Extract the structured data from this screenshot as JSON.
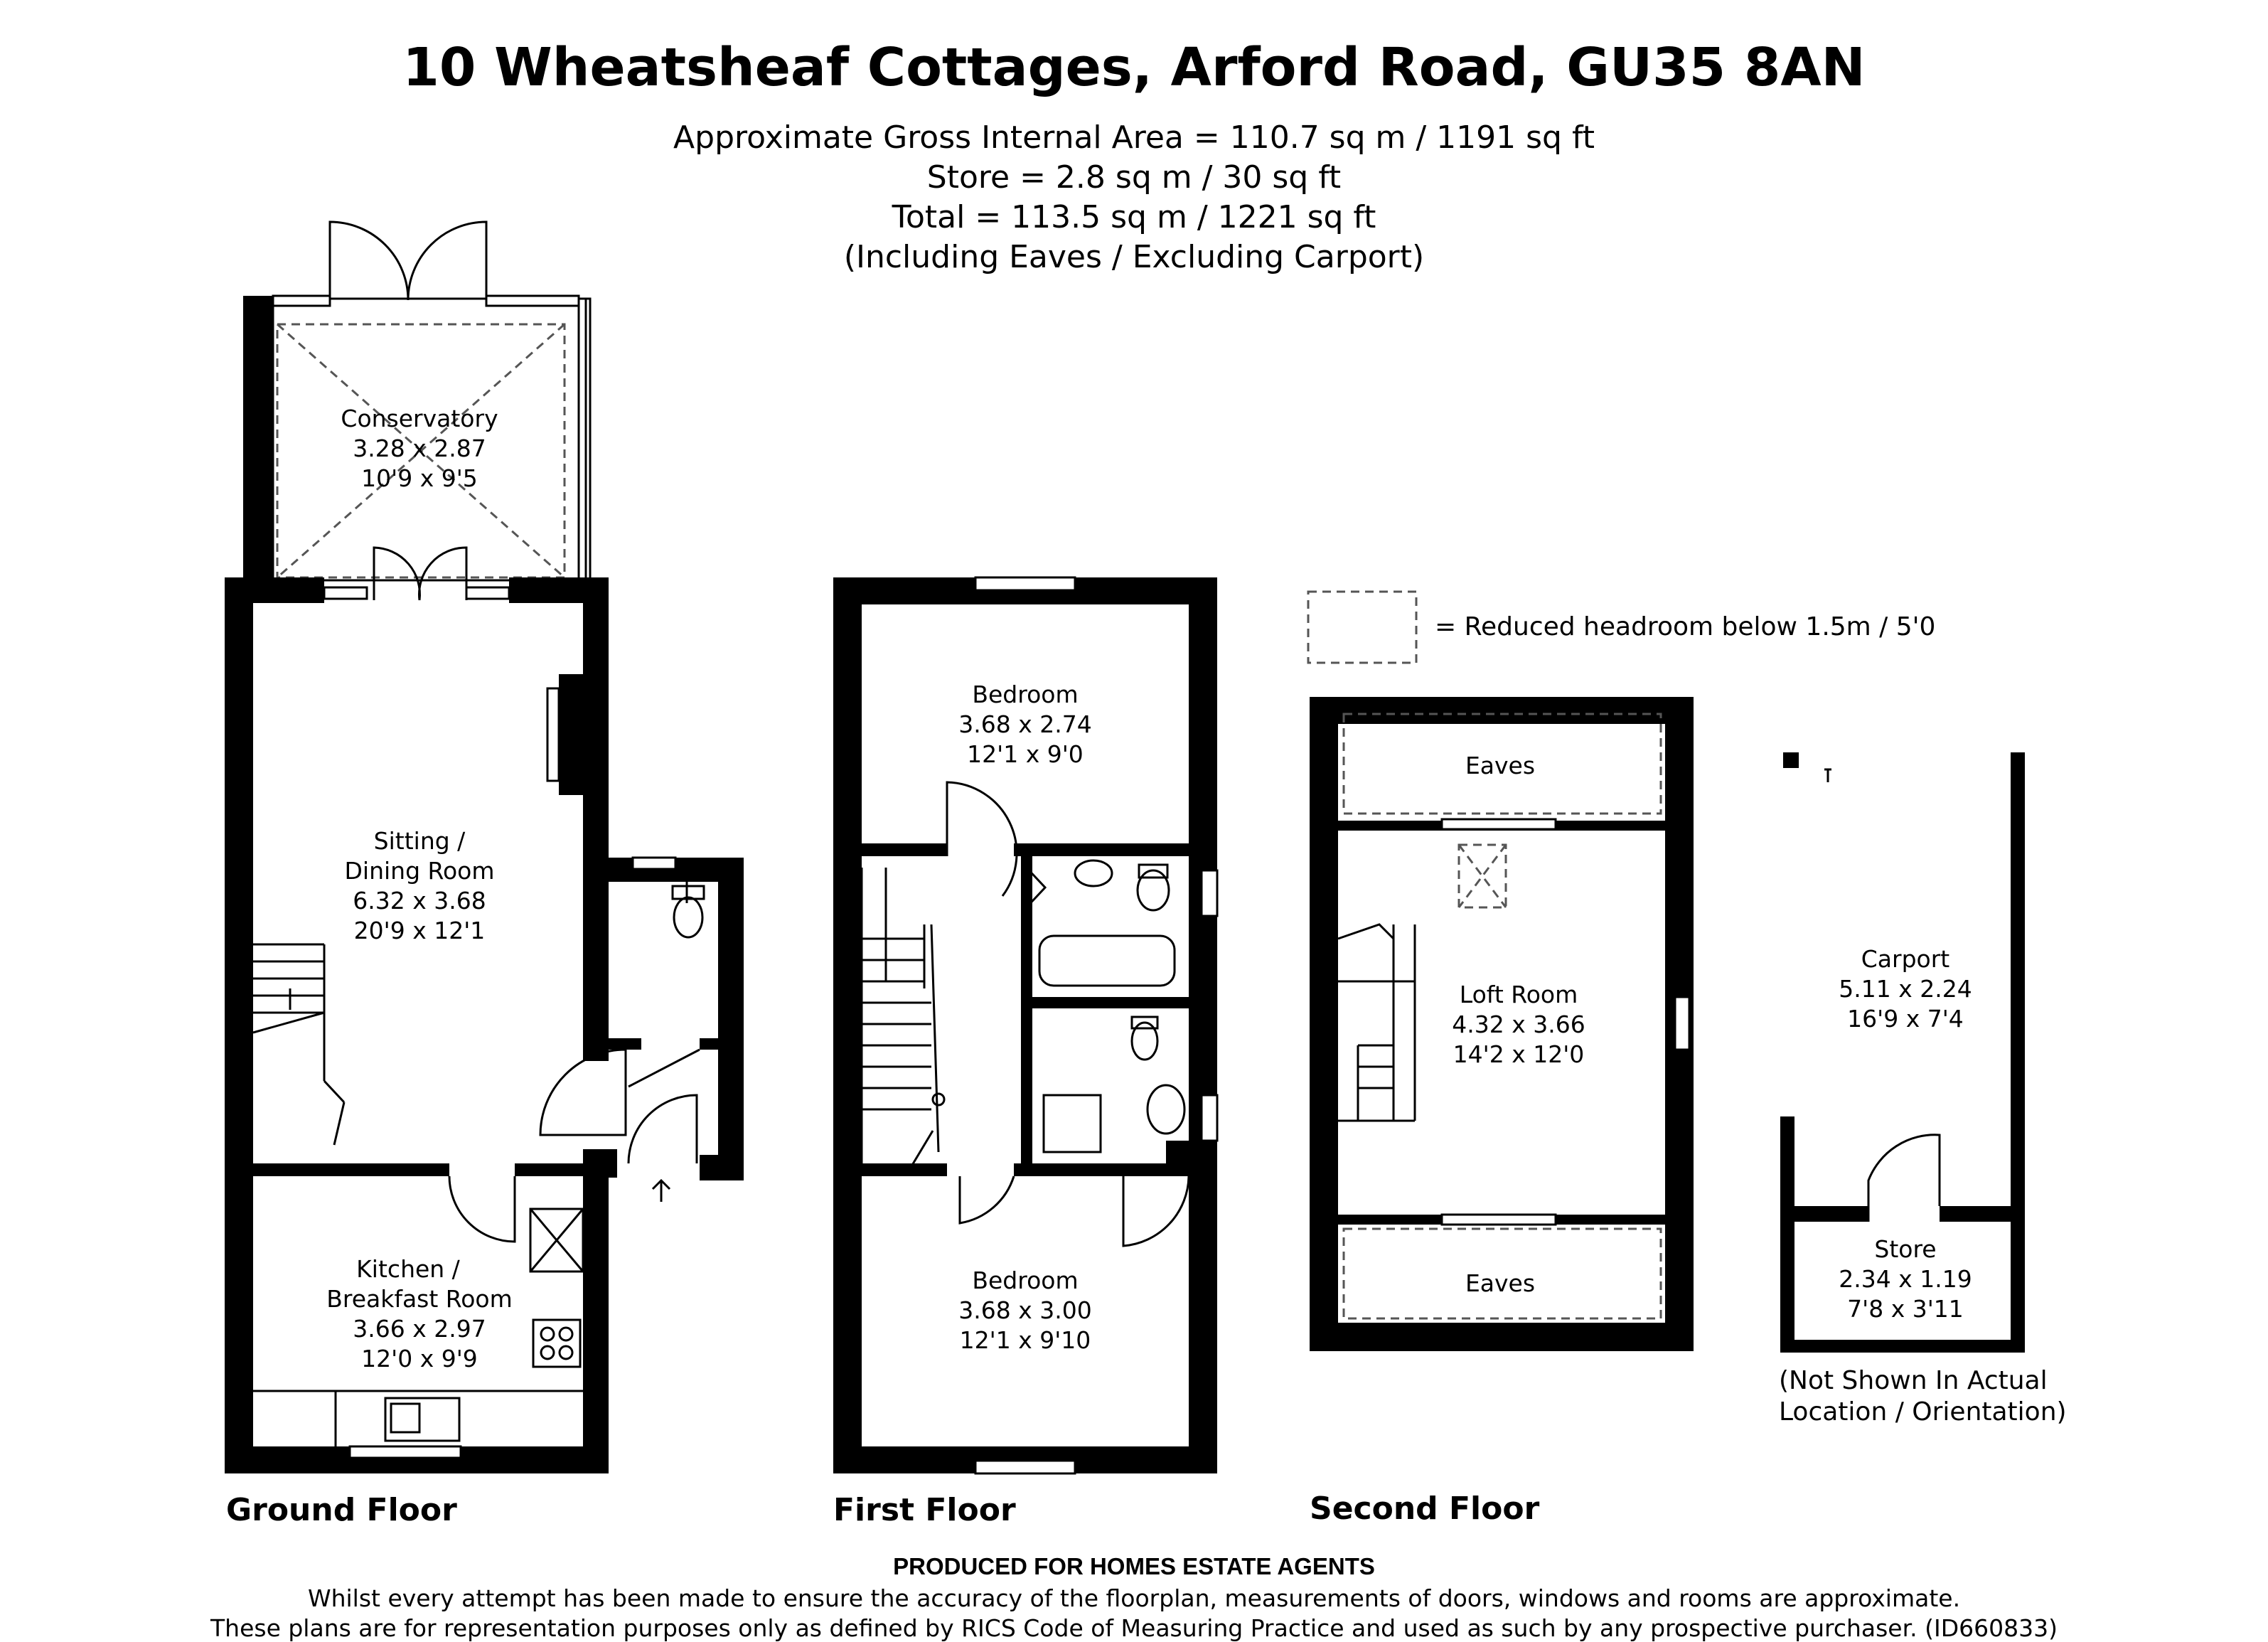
{
  "header": {
    "title": "10 Wheatsheaf Cottages, Arford Road, GU35 8AN",
    "area_lines": [
      "Approximate Gross Internal Area = 110.7 sq m / 1191 sq ft",
      "Store = 2.8 sq m / 30 sq ft",
      "Total = 113.5 sq m / 1221 sq ft",
      "(Including Eaves / Excluding Carport)"
    ]
  },
  "legend": {
    "text": "= Reduced headroom below 1.5m / 5'0"
  },
  "floors": {
    "ground": "Ground Floor",
    "first": "First Floor",
    "second": "Second Floor"
  },
  "rooms": {
    "conservatory": [
      "Conservatory",
      "3.28 x 2.87",
      "10'9 x 9'5"
    ],
    "sitting": [
      "Sitting /",
      "Dining Room",
      "6.32 x 3.68",
      "20'9 x 12'1"
    ],
    "kitchen": [
      "Kitchen /",
      "Breakfast Room",
      "3.66 x 2.97",
      "12'0 x 9'9"
    ],
    "bedroom1": [
      "Bedroom",
      "3.68 x 2.74",
      "12'1 x 9'0"
    ],
    "bedroom2": [
      "Bedroom",
      "3.68 x 3.00",
      "12'1 x 9'10"
    ],
    "eaves_top": [
      "Eaves"
    ],
    "eaves_bottom": [
      "Eaves"
    ],
    "loft": [
      "Loft Room",
      "4.32 x 3.66",
      "14'2 x 12'0"
    ],
    "carport": [
      "Carport",
      "5.11 x 2.24",
      "16'9 x 7'4"
    ],
    "store": [
      "Store",
      "2.34 x 1.19",
      "7'8 x 3'11"
    ]
  },
  "store_note": [
    "(Not Shown In Actual",
    "Location / Orientation)"
  ],
  "footer": {
    "produced": "PRODUCED FOR HOMES ESTATE AGENTS",
    "line1": "Whilst every attempt has been made to ensure the accuracy of the floorplan, measurements of doors, windows and rooms are approximate.",
    "line2": "These plans are for representation purposes only as defined by RICS Code of Measuring Practice and used as such by any prospective purchaser. (ID660833)"
  }
}
